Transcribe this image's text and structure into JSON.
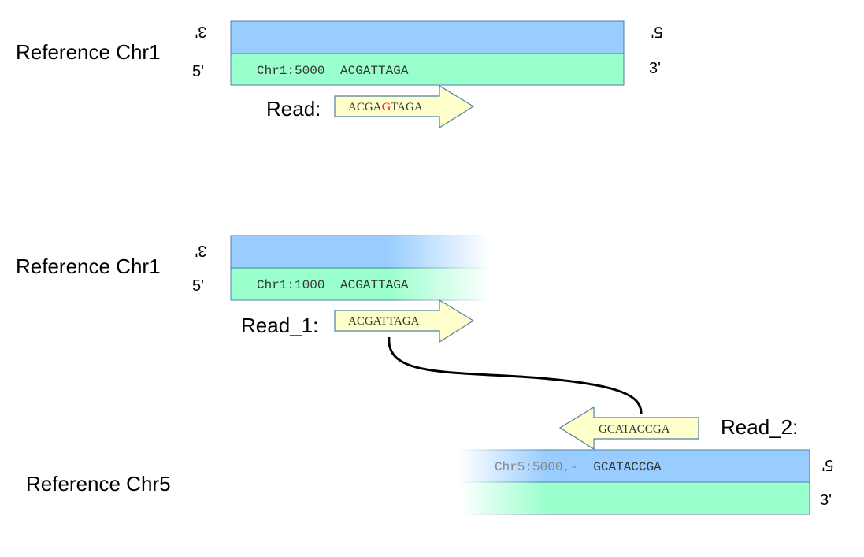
{
  "panel_a": {
    "ref_label": "Reference Chr1",
    "strand_top_left": "3'",
    "strand_top_right": "5'",
    "strand_bottom_left": "5'",
    "strand_bottom_right": "3'",
    "seq_pos": "Chr1:5000",
    "seq": "ACGATTAGA",
    "read_label": "Read:",
    "read_seq_before": "ACGA",
    "read_seq_mismatch": "G",
    "read_seq_after": "TAGA"
  },
  "panel_b": {
    "ref1_label": "Reference Chr1",
    "ref1_strand_top_left": "3'",
    "ref1_strand_bottom_left": "5'",
    "ref1_seq_pos": "Chr1:1000",
    "ref1_seq": "ACGATTAGA",
    "read1_label": "Read_1:",
    "read1_seq": "ACGATTAGA",
    "read2_label": "Read_2:",
    "read2_seq": "GCATACCGA",
    "ref5_label": "Reference Chr5",
    "ref5_strand_top_right": "5'",
    "ref5_strand_bottom_right": "3'",
    "ref5_seq_pos": "Chr5:5000,-",
    "ref5_seq": "GCATACCGA"
  },
  "colors": {
    "top_strand": "#99ccff",
    "bottom_strand": "#99ffcc",
    "read_fill": "#ffffcc",
    "read_stroke": "#4d7fa6",
    "mismatch": "#ff3333",
    "link": "#000000"
  }
}
